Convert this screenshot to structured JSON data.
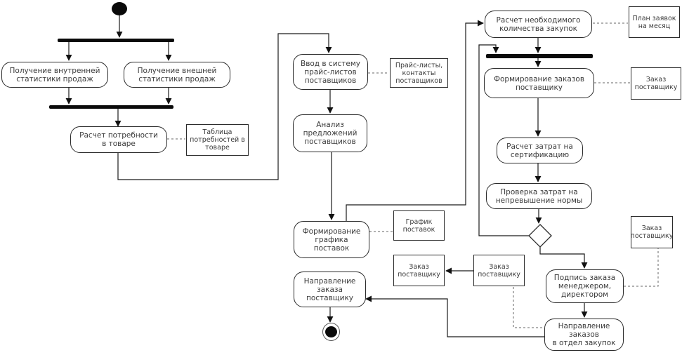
{
  "diagram": {
    "kind": "uml-activity-flowchart",
    "language": "ru",
    "colors": {
      "background": "#ffffff",
      "line": "#1a1a1a",
      "dashed_line": "#666666",
      "node_border": "#2b2b2b",
      "node_fill": "#ffffff",
      "text": "#3a3a3a"
    },
    "activities": {
      "internal_stats": "Получение внутренней\nстатистики продаж",
      "external_stats": "Получение внешней\nстатистики продаж",
      "need_calc": "Расчет потребности\nв товаре",
      "price_input": "Ввод в систему\nпрайс-листов\nпоставщиков",
      "supplier_analysis": "Анализ\nпредложений\nпоставщиков",
      "schedule_form": "Формирование\nграфика\nпоставок",
      "order_send": "Направление\nзаказа\nпоставщику",
      "qty_calc": "Расчет необходимого\nколичества закупок",
      "orders_form": "Формирование заказов\nпоставщику",
      "cert_cost": "Расчет затрат на\nсертификацию",
      "cost_check": "Проверка затрат на\nнепревышение нормы",
      "order_sign": "Подпись заказа\nменеджером,\nдиректором",
      "orders_to_dept": "Направление\nзаказов\nв отдел закупок"
    },
    "documents": {
      "need_table": "Таблица\nпотребностей в\nтоваре",
      "price_lists": "Прайс-листы,\nконтакты\nпоставщиков",
      "supply_schedule": "График\nпоставок",
      "supplier_order_mid_left": "Заказ\nпоставщику",
      "supplier_order_mid_right": "Заказ\nпоставщику",
      "monthly_plan": "План заявок\nна месяц",
      "supplier_order_top_right": "Заказ\nпоставщику",
      "supplier_order_right": "Заказ\nпоставщику"
    }
  }
}
